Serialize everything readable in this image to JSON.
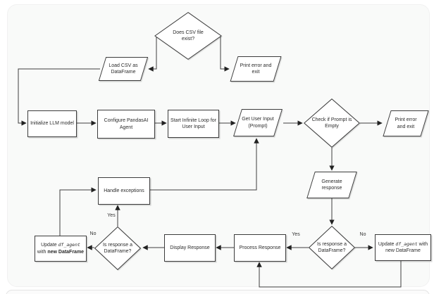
{
  "nodes": {
    "csv_exists": {
      "label": "Does CSV file exist?"
    },
    "load_csv": {
      "label": "Load CSV as DataFrame"
    },
    "print_error_top": {
      "label": "Print error and exit"
    },
    "init_llm": {
      "label": "Initialize LLM model"
    },
    "configure_agent": {
      "label": "Configure PandasAI Agent"
    },
    "start_loop": {
      "label": "Start Infinite Loop for User Input"
    },
    "get_input": {
      "label": "Get User Input (Prompt)"
    },
    "check_prompt": {
      "label": "Check if Prompt is Empty"
    },
    "print_error_right": {
      "label": "Print error and exit"
    },
    "generate_response": {
      "label": "Generate response"
    },
    "handle_exceptions": {
      "label": "Handle exceptions"
    },
    "is_df_left": {
      "label": "Is response a DataFrame?"
    },
    "update_left": {
      "t1": "Update ",
      "code": "df_agent",
      "t2": " with ",
      "bold": "new DataFrame"
    },
    "display_response": {
      "label": "Display Response"
    },
    "process_response": {
      "label": "Process Response"
    },
    "is_df_right": {
      "label": "Is response a DataFrame?"
    },
    "update_right": {
      "t1": "Update ",
      "code": "df_agent",
      "t2": " with new DataFrame"
    }
  },
  "edge_labels": {
    "left_yes": "Yes",
    "left_no": "No",
    "right_yes": "Yes",
    "right_no": "No"
  },
  "colors": {
    "line": "#3f3f3f",
    "shape_border": "#3c3c3c",
    "shape_fill": "#ffffff",
    "card_bg": "#f9faf9"
  }
}
